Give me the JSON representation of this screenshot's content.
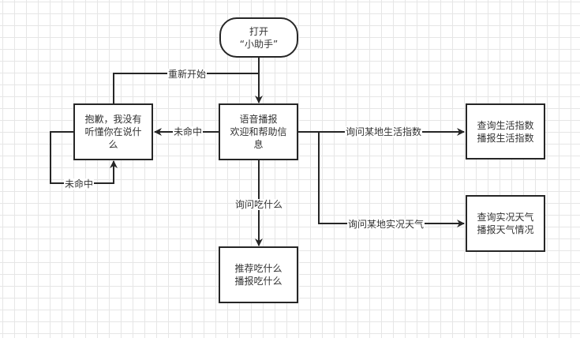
{
  "diagram": {
    "type": "flowchart",
    "colors": {
      "stroke": "#262626",
      "text": "#333333",
      "fill": "#ffffff",
      "grid": "#e6e6e6"
    },
    "nodes": {
      "start": {
        "label": "打开\n“小助手”",
        "shape": "terminal"
      },
      "welcome": {
        "label": "语音播报\n欢迎和帮助信\n息",
        "shape": "process"
      },
      "sorry": {
        "label": "抱歉，我没有\n听懂你在说什\n么",
        "shape": "process"
      },
      "life_index": {
        "label": "查询生活指数\n播报生活指数",
        "shape": "process"
      },
      "weather": {
        "label": "查询实况天气\n播报天气情况",
        "shape": "process"
      },
      "food": {
        "label": "推荐吃什么\n播报吃什么",
        "shape": "process"
      }
    },
    "edges": {
      "start_to_welcome": {
        "from": "start",
        "to": "welcome",
        "label": ""
      },
      "restart": {
        "from": "sorry",
        "to": "welcome",
        "label": "重新开始"
      },
      "miss_from_welcome": {
        "from": "welcome",
        "to": "sorry",
        "label": "未命中"
      },
      "miss_loop": {
        "from": "sorry",
        "to": "sorry",
        "label": "未命中"
      },
      "ask_life_index": {
        "from": "welcome",
        "to": "life_index",
        "label": "询问某地生活指数"
      },
      "ask_weather": {
        "from": "welcome",
        "to": "weather",
        "label": "询问某地实况天气"
      },
      "ask_food": {
        "from": "welcome",
        "to": "food",
        "label": "询问吃什么"
      }
    }
  }
}
